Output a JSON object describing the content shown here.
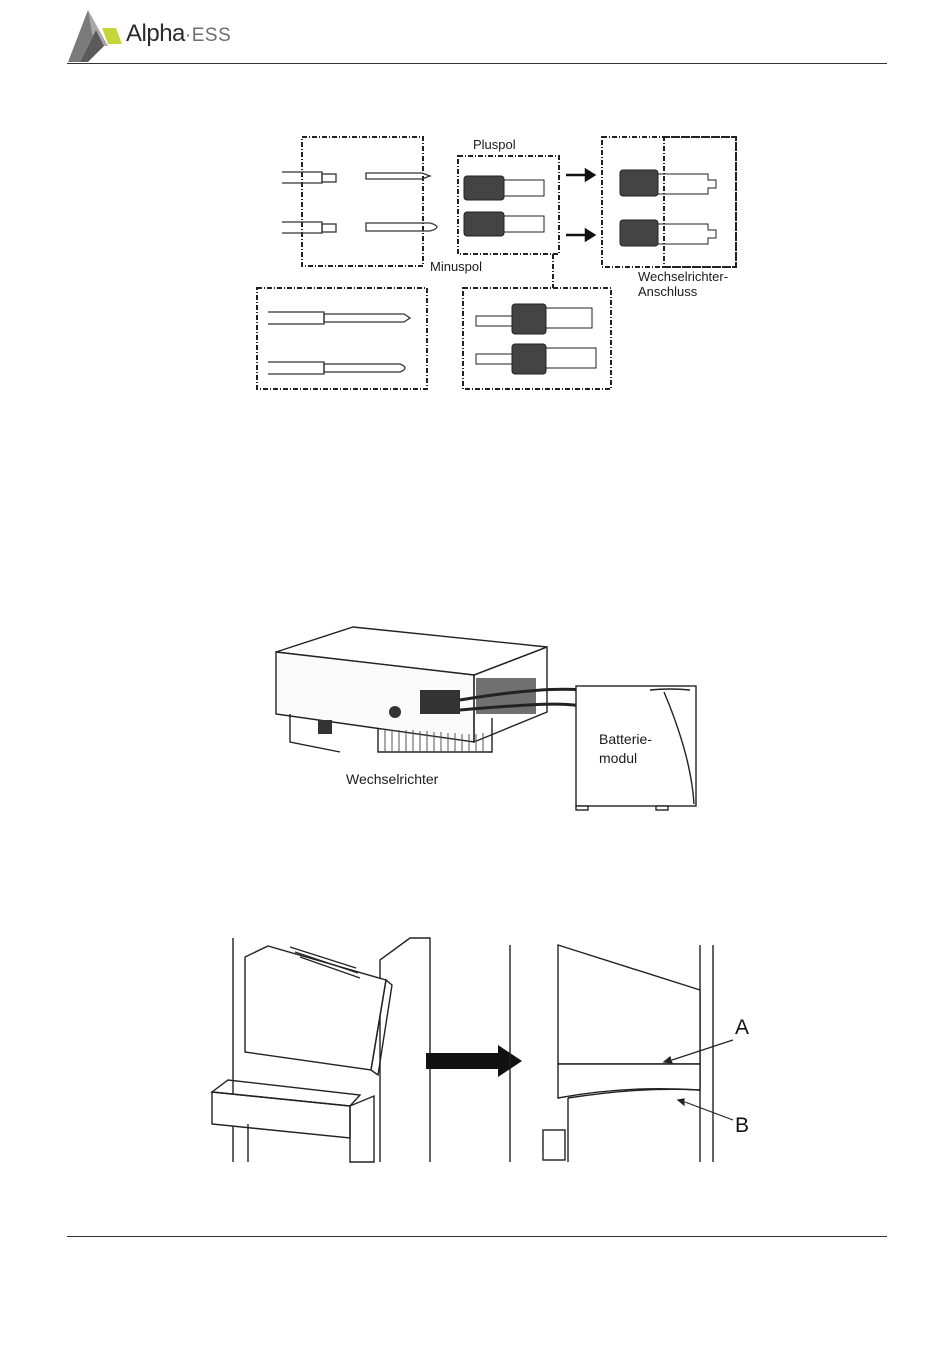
{
  "header": {
    "brand_name": "Alpha",
    "brand_suffix": "ESS"
  },
  "figure1": {
    "label_positive": "Pluspol",
    "label_negative": "Minuspol",
    "label_inverter_line1": "Wechselrichter-",
    "label_inverter_line2": "Anschluss"
  },
  "figure2": {
    "label_inverter": "Wechselrichter",
    "label_battery_line1": "Batterie-",
    "label_battery_line2": "modul"
  },
  "figure3": {
    "label_a": "A",
    "label_b": "B"
  }
}
